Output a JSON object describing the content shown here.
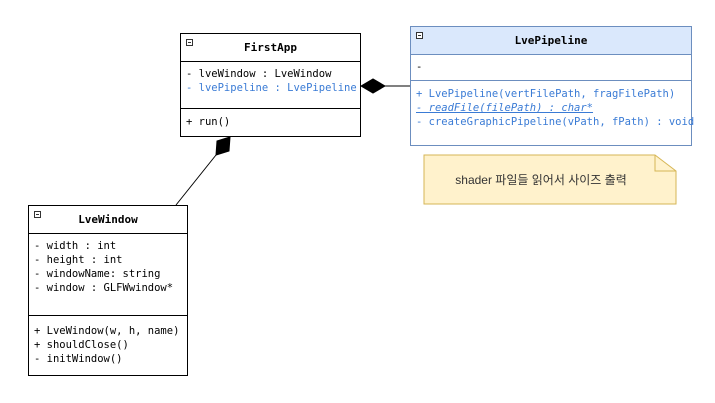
{
  "firstApp": {
    "title": "FirstApp",
    "attrs": [
      "- lveWindow : LveWindow",
      "- lvePipeline : LvePipeline"
    ],
    "ops": [
      "+ run()"
    ]
  },
  "lvePipeline": {
    "title": "LvePipeline",
    "attrs": [
      "-"
    ],
    "ops": [
      "+ LvePipeline(vertFilePath, fragFilePath)",
      "- readFile(filePath) : char*",
      "- createGraphicPipeline(vPath, fPath) : void"
    ]
  },
  "lveWindow": {
    "title": "LveWindow",
    "attrs": [
      "- width : int",
      "- height : int",
      "- windowName: string",
      "- window : GLFWwindow*"
    ],
    "ops": [
      "+ LveWindow(w, h, name)",
      "+ shouldClose()",
      "- initWindow()"
    ]
  },
  "note": {
    "text": "shader 파일들 읽어서 사이즈 출력"
  },
  "colors": {
    "pipelineFill": "#dae8fc",
    "pipelineStroke": "#6c8ebf",
    "noteFill": "#fff2cc",
    "noteStroke": "#d6b656",
    "linkText": "#3a7bd5"
  }
}
